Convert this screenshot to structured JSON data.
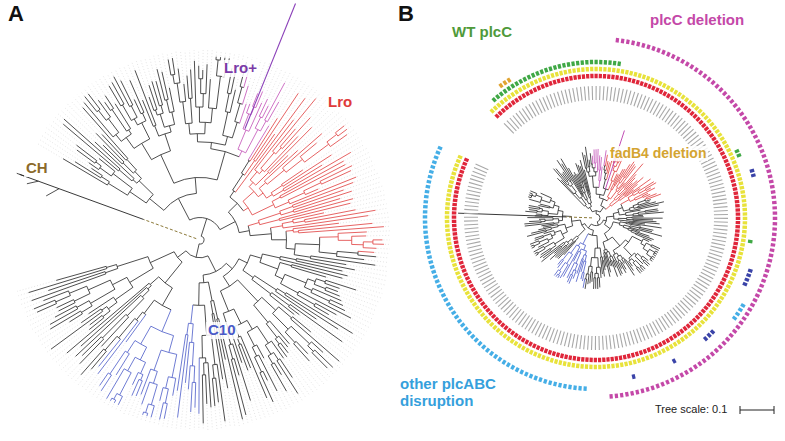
{
  "diagram": {
    "labels": [
      "A",
      "B",
      "CH",
      "Lro+",
      "Lro",
      "C10",
      "WT plcC",
      "plcC deletion",
      "fadB4 deletion",
      "other plcABC disruption",
      "Tree scale: 0.1"
    ]
  }
}
